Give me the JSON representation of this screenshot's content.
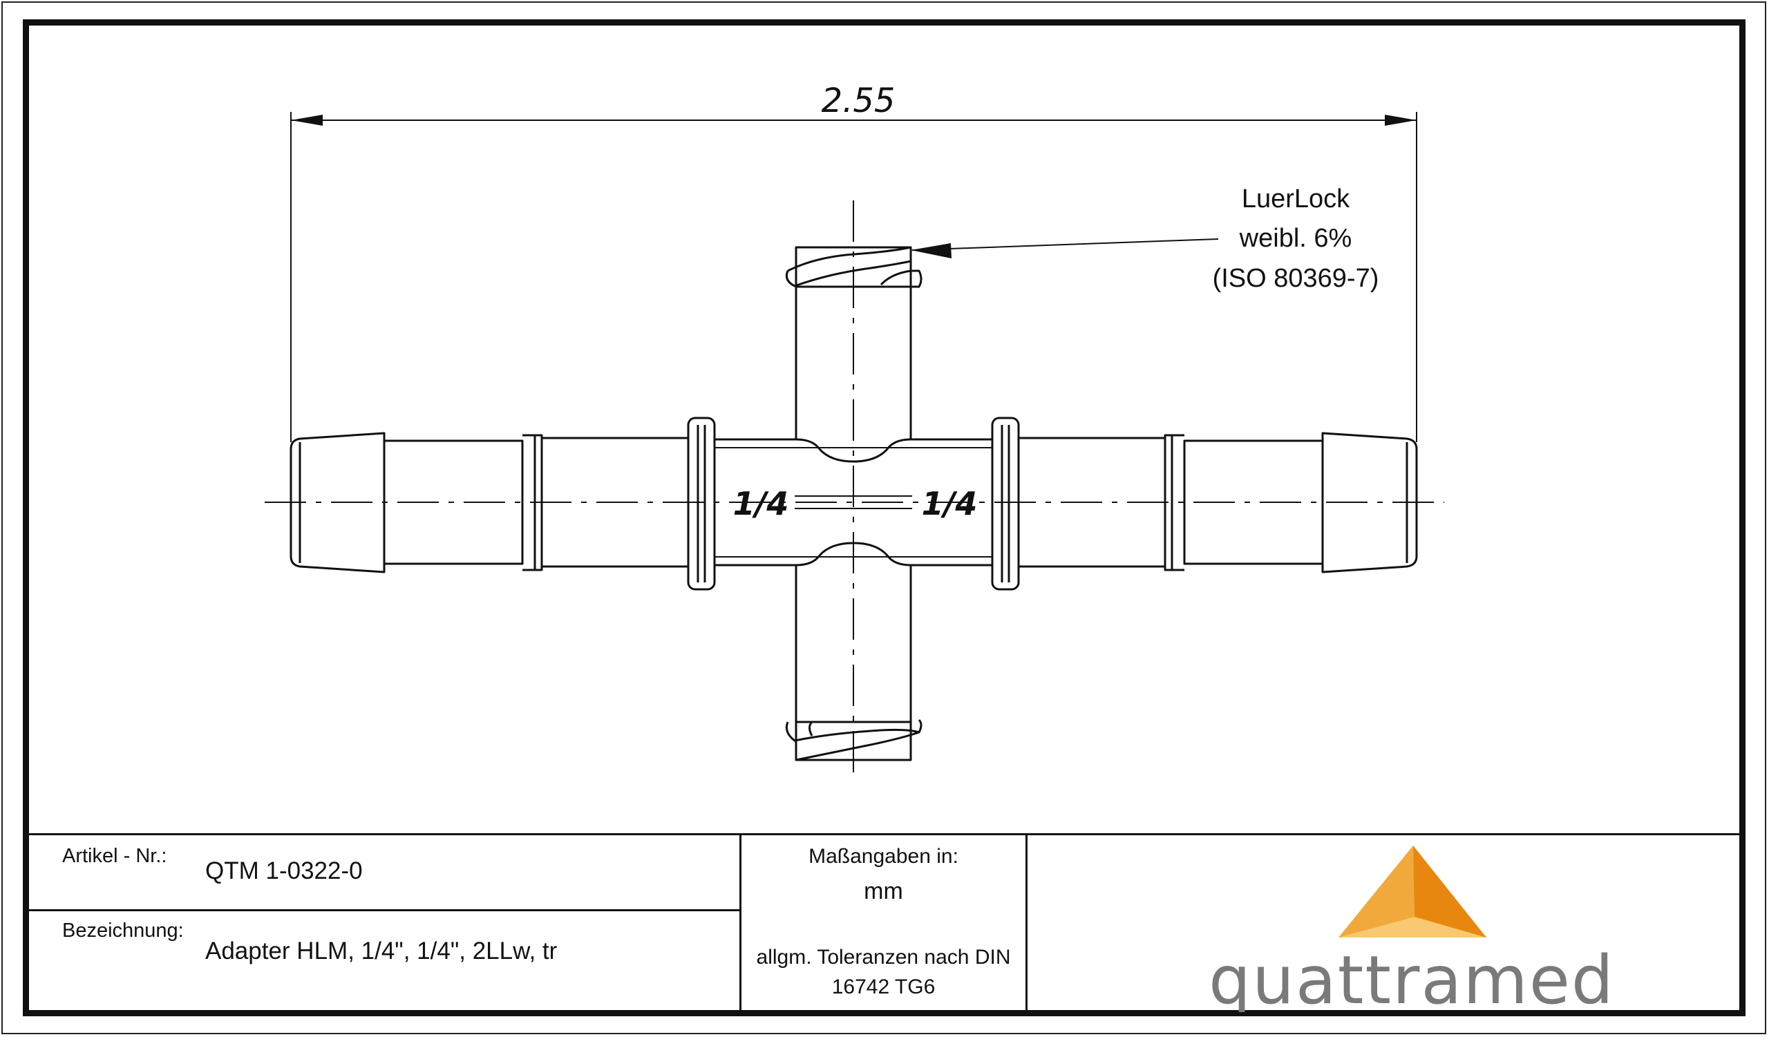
{
  "drawing": {
    "overall_dimension": "2.55",
    "callout": {
      "line1": "LuerLock",
      "line2": "weibl. 6%",
      "line3": "(ISO 80369-7)"
    },
    "size_label_left": "1/4",
    "size_label_right": "1/4"
  },
  "title_block": {
    "article_label": "Artikel - Nr.:",
    "article_value": "QTM 1-0322-0",
    "description_label": "Bezeichnung:",
    "description_value": "Adapter HLM, 1/4\",  1/4\", 2LLw, tr",
    "units_label": "Maßangaben in:",
    "units_value": "mm",
    "tolerance_line1": "allgm. Toleranzen nach DIN",
    "tolerance_line2": "16742 TG6"
  },
  "logo": {
    "wordmark": "quattramed",
    "colors": {
      "dark": "#e8870f",
      "mid": "#f2a93b",
      "light": "#f8c970",
      "text": "#7a7a7a"
    }
  }
}
